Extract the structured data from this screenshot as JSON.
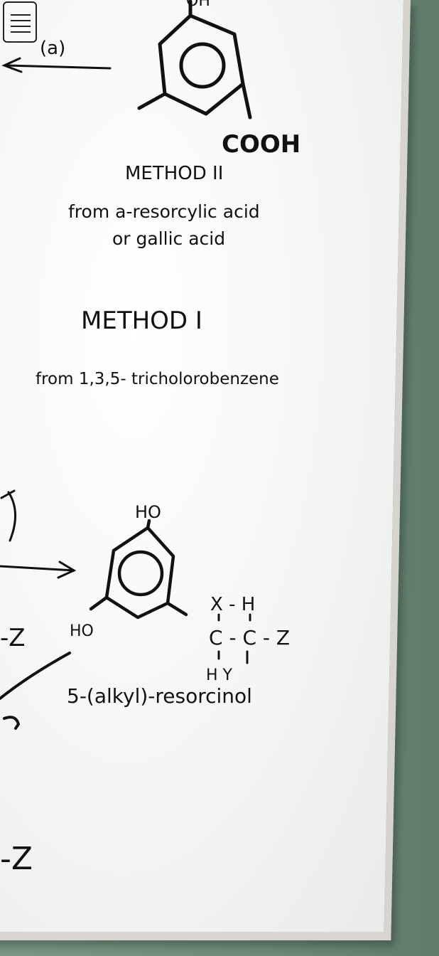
{
  "labels": {
    "arrow_a": "(a)",
    "oh_top": "OH",
    "cooh": "COOH",
    "method2_title": "METHOD II",
    "method2_line1": "from a-resorcylic acid",
    "method2_line2": "or gallic acid",
    "method1_title": "METHOD I",
    "method1_line": "from 1,3,5- tricholorobenzene",
    "ho_top": "HO",
    "ho_left": "HO",
    "left_z1": "-Z",
    "left_z2": "-Z",
    "chain_row1": "X - H",
    "chain_row2": "C - C - Z",
    "chain_row3": "H   Y",
    "product_name": "5-(alkyl)-resorcinol"
  },
  "colors": {
    "ink": "#111111",
    "board": "#f6f7f7",
    "wall": "#6f8a78",
    "frame": "#d7d3cf"
  },
  "icons": {
    "menu": "hamburger-menu-icon"
  }
}
